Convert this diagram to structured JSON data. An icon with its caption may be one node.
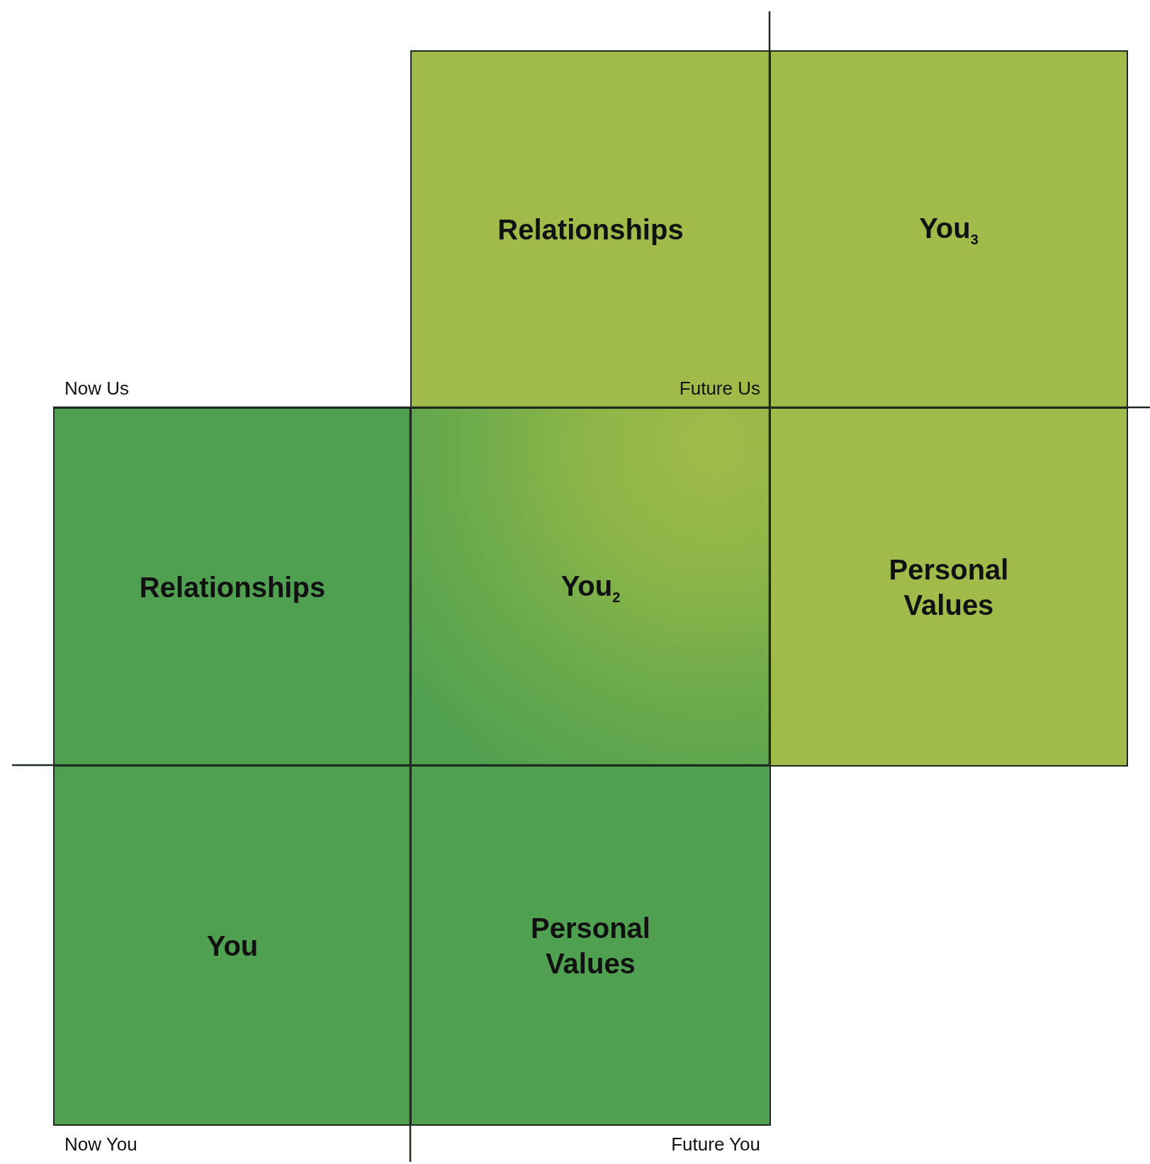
{
  "diagram": {
    "nodes": [
      {
        "text": [
          "Relationships"
        ]
      },
      {
        "text": [
          "You$_{3}$"
        ]
      },
      {
        "text": [
          "Relationships"
        ]
      },
      {
        "text": [
          "You$_{2}$"
        ]
      },
      {
        "text": [
          "Personal Values"
        ]
      },
      {
        "text": [
          "You"
        ]
      },
      {
        "text": [
          "Personal Values"
        ]
      }
    ],
    "labels": [
      "Now Us",
      "Future Us",
      "Now You",
      "Future You"
    ]
  }
}
